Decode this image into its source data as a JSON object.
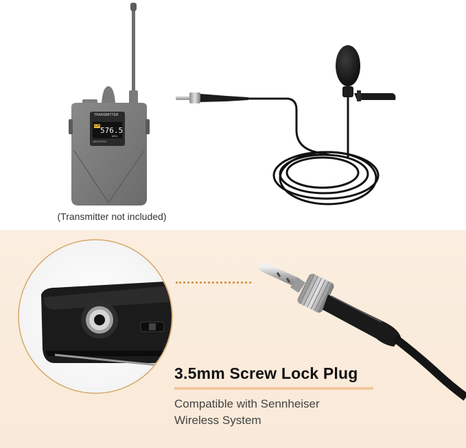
{
  "top": {
    "transmitter_screen": {
      "title": "TRANSMITTER",
      "channel_badge": "CH",
      "frequency": "576.5",
      "unit": "MHz",
      "brand": "DESOPRO"
    },
    "caption": "(Transmitter not included)"
  },
  "bottom": {
    "headline": "3.5mm Screw Lock Plug",
    "subline_1": "Compatible with Sennheiser",
    "subline_2": "Wireless System"
  },
  "colors": {
    "accent": "#f0c79a",
    "dots": "#d29a4a",
    "bottom_bg": "#fbeee0"
  }
}
